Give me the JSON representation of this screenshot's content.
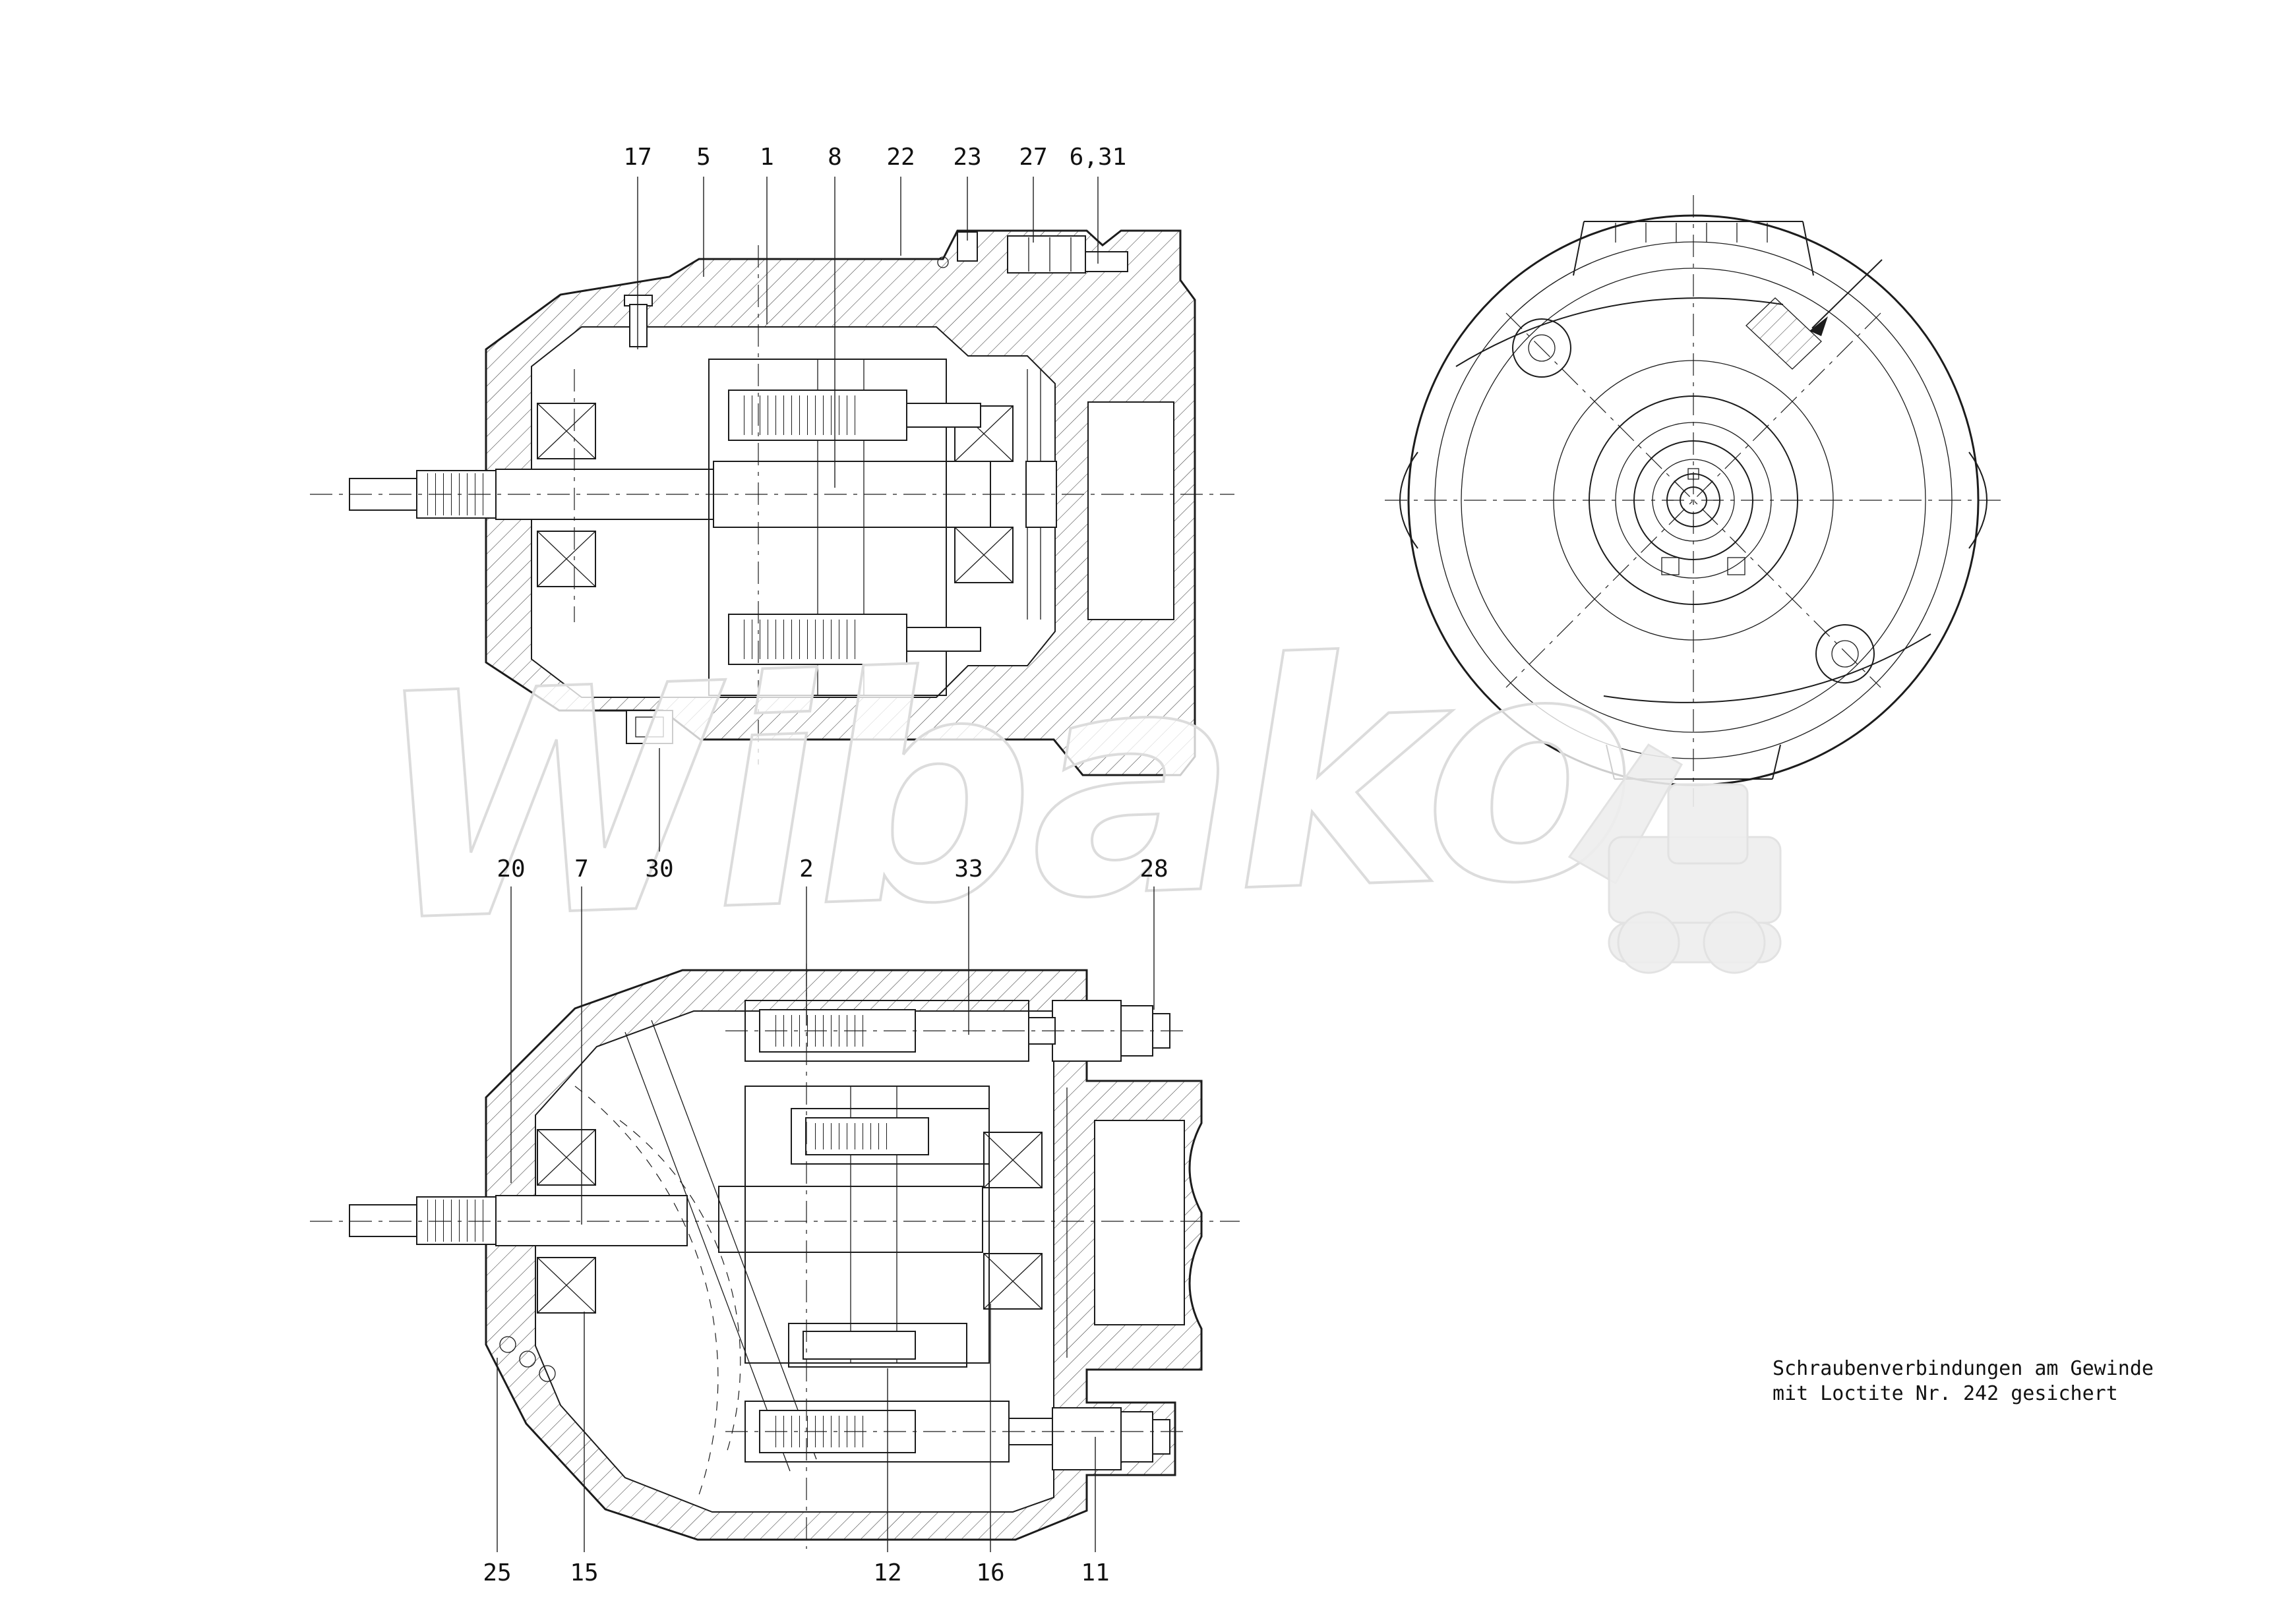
{
  "watermark": {
    "text": "Wibako"
  },
  "note": {
    "line1": "Schraubenverbindungen am Gewinde",
    "line2": "mit Loctite Nr. 242 gesichert"
  },
  "callouts": {
    "top": [
      "17",
      "5",
      "1",
      "8",
      "22",
      "23",
      "27",
      "6,31"
    ],
    "middle": [
      "20",
      "7",
      "30",
      "2",
      "33",
      "28"
    ],
    "bottom": [
      "25",
      "15",
      "12",
      "16",
      "11"
    ]
  },
  "colors": {
    "background": "#ffffff",
    "line": "#1c1c1c",
    "watermark": "#ececec"
  }
}
